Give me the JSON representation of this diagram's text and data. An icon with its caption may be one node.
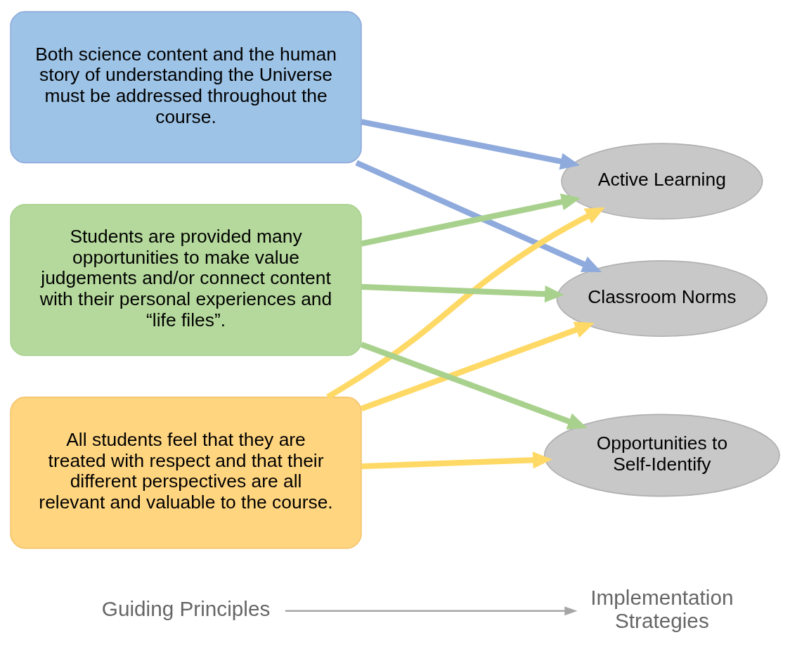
{
  "diagram": {
    "nodes": [
      {
        "text": [
          "Guiding Principles"
        ]
      },
      {
        "text": [
          "Implementation Strategies"
        ]
      },
      {
        "text": [
          "Both science content and the human story of understanding the Universe must be addressed throughout the course."
        ]
      },
      {
        "text": [
          "All students feel that they are treated with respect and that their different perspectives are all relevant and valuable to the course."
        ]
      },
      {
        "text": [
          "Students are provided many opportunities to make value judgements and/or connect content with their personal experiences and “life files”."
        ]
      },
      {
        "text": [
          "Classroom Norms"
        ]
      },
      {
        "text": [
          "Active Learning"
        ]
      },
      {
        "text": [
          "Opportunities to Self-Identify"
        ]
      }
    ],
    "edges": [
      {
        "from": 0,
        "to": 1,
        "arrow": "to",
        "color": "#a6a6a6"
      },
      {
        "from": 2,
        "to": 5,
        "arrow": "to",
        "color": "#8faadc"
      },
      {
        "from": 2,
        "to": 6,
        "arrow": "to",
        "color": "#8faadc"
      },
      {
        "from": 3,
        "to": 5,
        "arrow": "to",
        "color": "#ffd966"
      },
      {
        "from": 3,
        "to": 6,
        "arrow": "to",
        "color": "#ffd966"
      },
      {
        "from": 3,
        "to": 7,
        "arrow": "to",
        "color": "#ffd966"
      },
      {
        "from": 4,
        "to": 5,
        "arrow": "to",
        "color": "#a9d18e"
      },
      {
        "from": 4,
        "to": 6,
        "arrow": "to",
        "color": "#a9d18e"
      },
      {
        "from": 4,
        "to": 7,
        "arrow": "to",
        "color": "#a9d18e"
      }
    ]
  }
}
